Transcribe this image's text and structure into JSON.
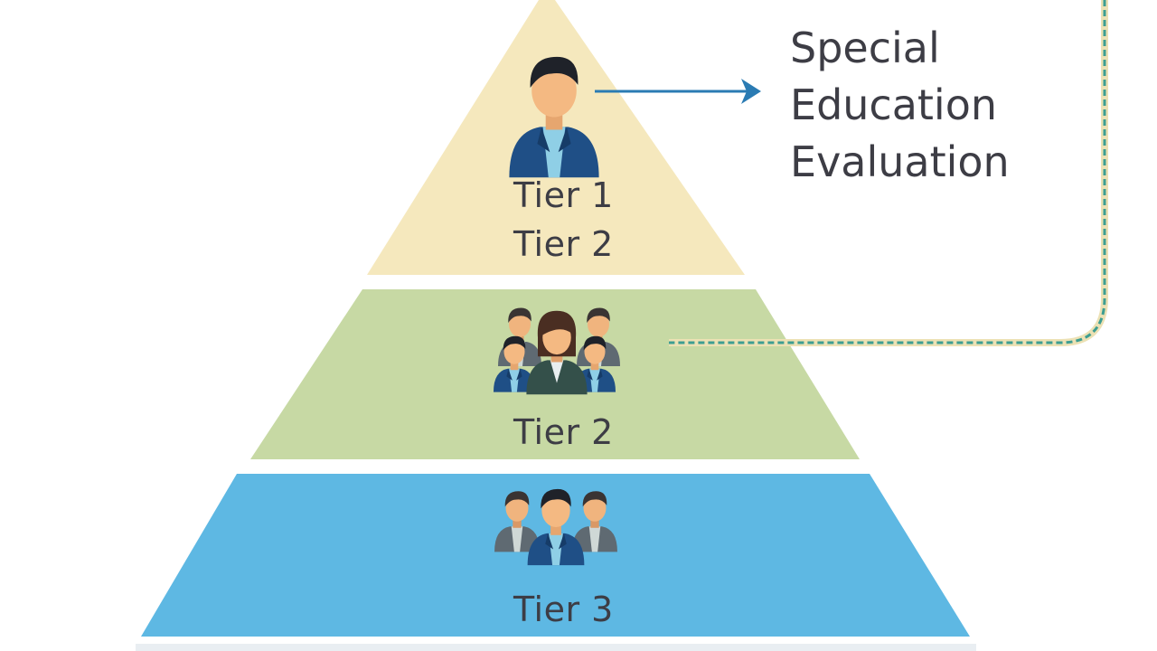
{
  "diagram": {
    "tiers": [
      {
        "id": "top",
        "labels": [
          "Tier 1",
          "Tier 2"
        ],
        "color": "#f5e8bd",
        "icon": "single-person-icon"
      },
      {
        "id": "middle",
        "labels": [
          "Tier 2"
        ],
        "color": "#c7d9a4",
        "icon": "small-group-icon"
      },
      {
        "id": "bottom",
        "labels": [
          "Tier 3"
        ],
        "color": "#5eb8e3",
        "icon": "group-icon"
      }
    ],
    "outcome_lines": [
      "Special",
      "Education",
      "Evaluation"
    ],
    "colors": {
      "arrow": "#2a7bb3",
      "dashed_line": "#3d9e92",
      "dashed_outline": "#ece1b4",
      "text": "#3d3d45"
    }
  }
}
